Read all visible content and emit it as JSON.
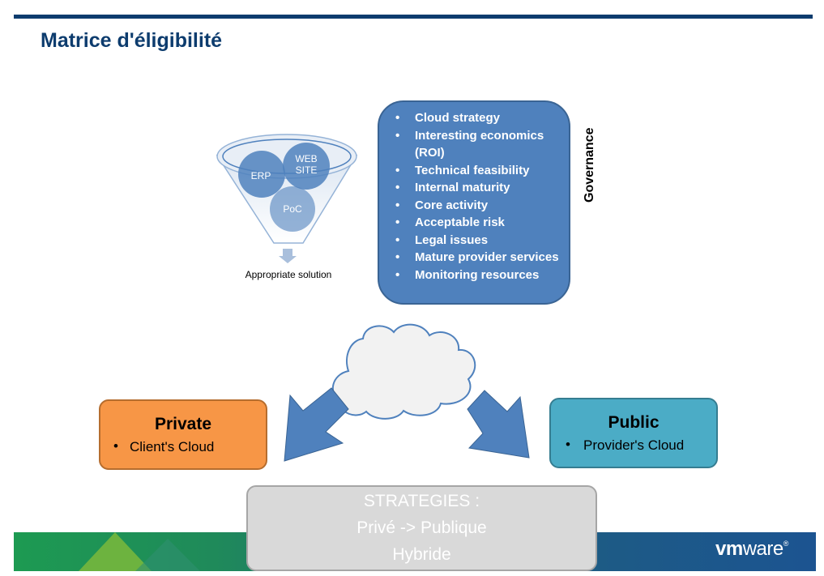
{
  "title": "Matrice d'éligibilité",
  "funnel": {
    "circles": [
      "ERP",
      "WEB\nSITE",
      "PoC"
    ],
    "label": "Appropriate solution"
  },
  "governance": {
    "label": "Governance",
    "items": [
      "Cloud strategy",
      "Interesting economics (ROI)",
      "Technical feasibility",
      "Internal maturity",
      "Core activity",
      "Acceptable risk",
      "Legal issues",
      "Mature provider services",
      "Monitoring resources"
    ]
  },
  "private": {
    "title": "Private",
    "item": "Client's Cloud"
  },
  "public": {
    "title": "Public",
    "item": "Provider's Cloud"
  },
  "strategies": {
    "line1": "STRATEGIES :",
    "line2": "Privé -> Publique",
    "line3": "Hybride"
  },
  "logo": {
    "vm": "vm",
    "ware": "ware",
    "mark": "®"
  },
  "colors": {
    "title": "#0d3c6e",
    "governance_box": "#4f81bd",
    "private_box": "#f79646",
    "public_box": "#4bacc6",
    "strategies_box": "#d9d9d9",
    "arrow": "#4f81bd"
  }
}
